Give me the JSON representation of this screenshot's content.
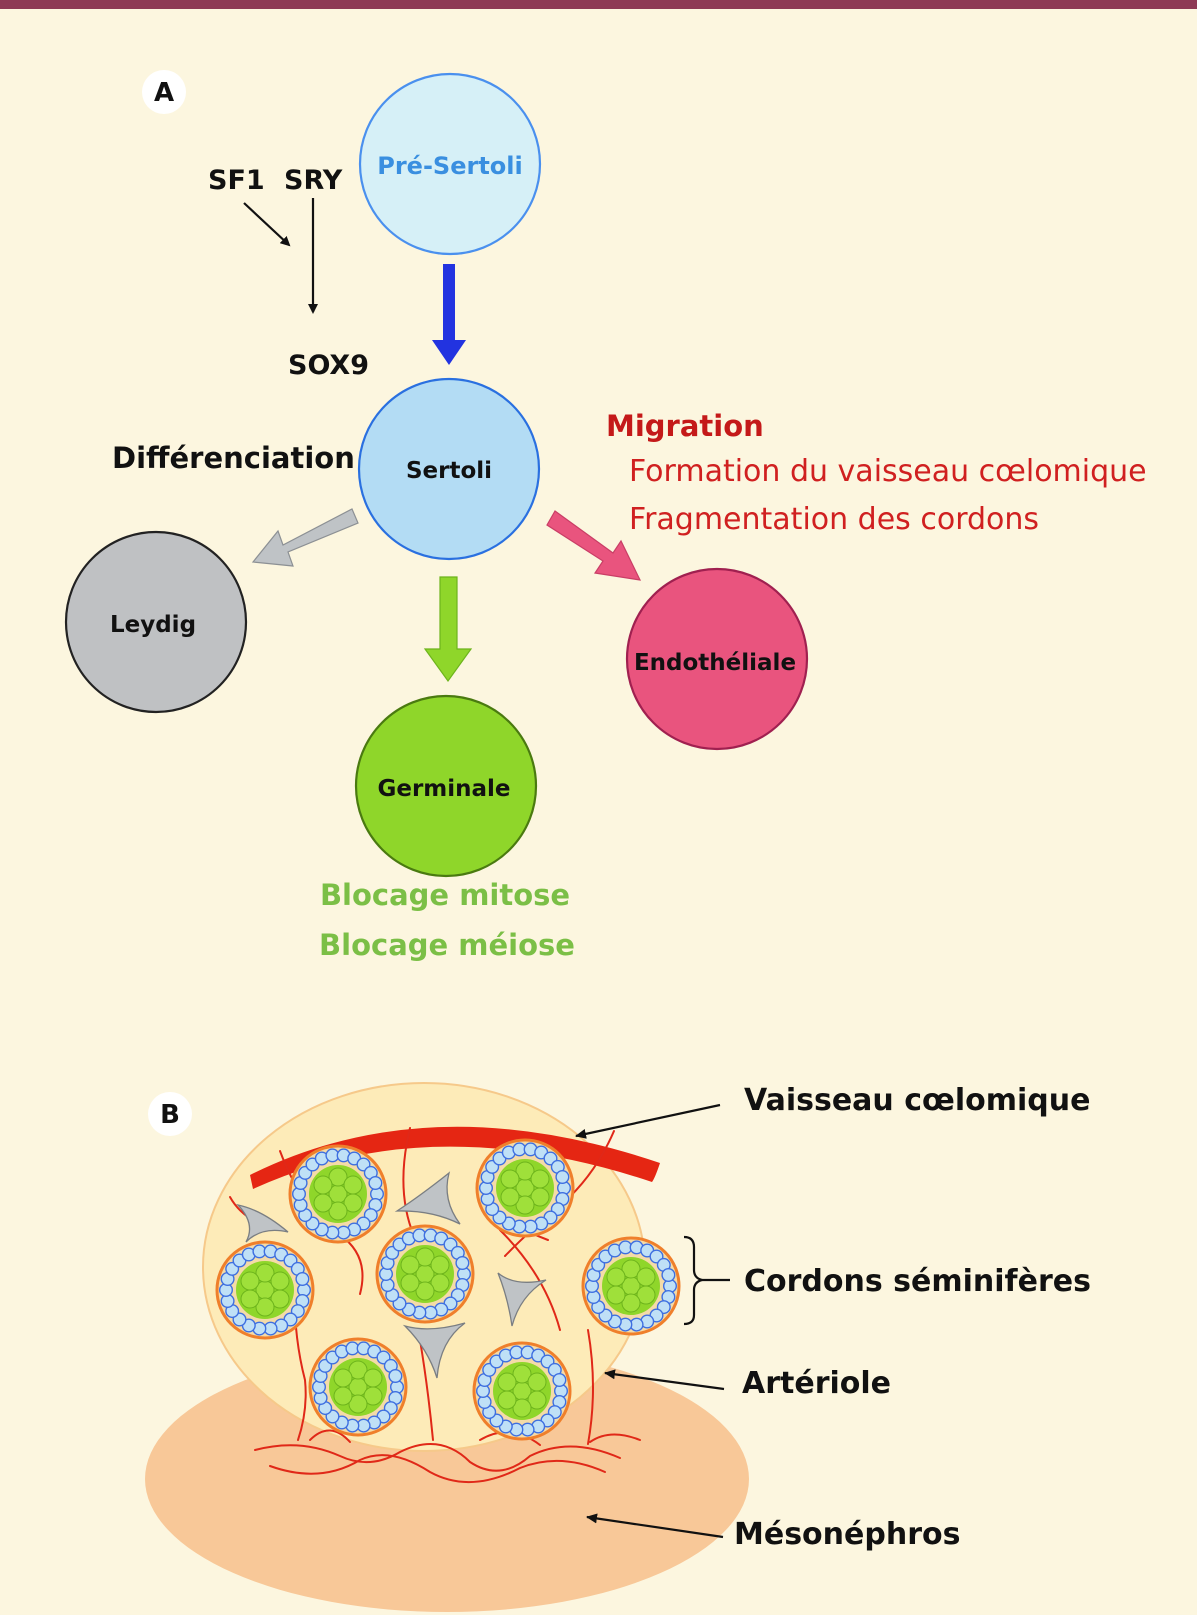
{
  "panel_a": {
    "letter": "A",
    "sf1": "SF1",
    "sry": "SRY",
    "sox9": "SOX9",
    "differenciation": "Différenciation",
    "migration": "Migration",
    "migration_items": [
      "Formation du vaisseau cœlomique",
      "Fragmentation des cordons"
    ],
    "cells": {
      "pre_sertoli": "Pré-Sertoli",
      "sertoli": "Sertoli",
      "leydig": "Leydig",
      "germinale": "Germinale",
      "endotheliale": "Endothéliale"
    },
    "germinal_effects": [
      "Blocage mitose",
      "Blocage méiose"
    ]
  },
  "panel_b": {
    "letter": "B",
    "labels": {
      "vaisseau": "Vaisseau cœlomique",
      "cordons": "Cordons séminifères",
      "arteriole": "Artériole",
      "mesonephros": "Mésonéphros"
    }
  },
  "colors": {
    "background": "#fcf6df",
    "top_bar": "#8e3a55",
    "pre_sertoli_fill": "#d6f0f7",
    "sertoli_fill": "#b3dcf4",
    "leydig_fill": "#bfc1c3",
    "germinale_fill": "#8fd62a",
    "endotheliale_fill": "#e9547e",
    "arrow_blue": "#2233e0",
    "arrow_gray": "#bfc3c6",
    "arrow_green": "#8fd62a",
    "arrow_pink": "#e9547e",
    "migration_red": "#c41919",
    "effects_green": "#7bbf46",
    "mesonephros": "#f8c898",
    "gonad": "#fdebb8",
    "vessel_red": "#e52613"
  }
}
